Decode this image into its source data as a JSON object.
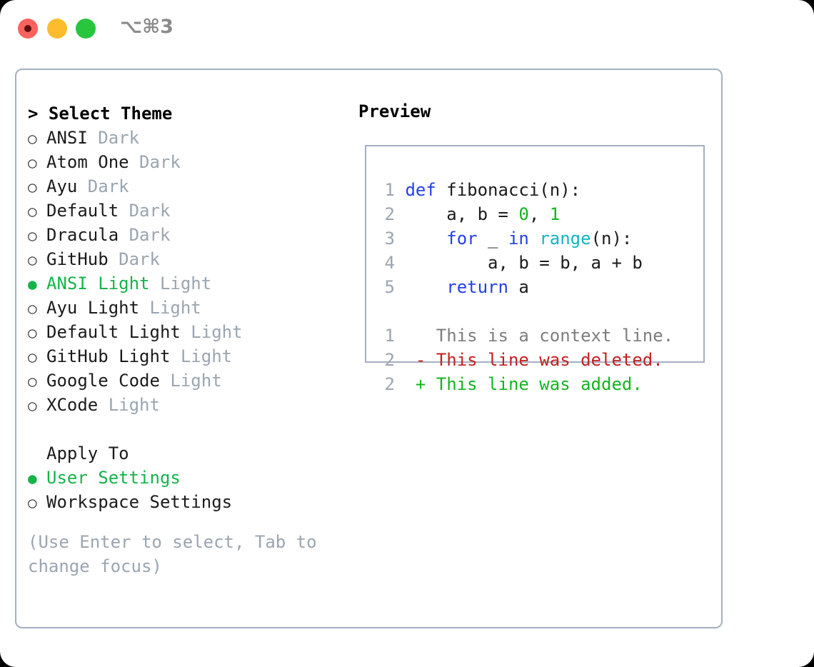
{
  "titlebar": {
    "shortcut": "⌥⌘3",
    "buttons": [
      {
        "name": "close",
        "color": "#fa625e"
      },
      {
        "name": "minimize",
        "color": "#fcbc2d"
      },
      {
        "name": "maximize",
        "color": "#29c53f"
      }
    ]
  },
  "theme_picker": {
    "heading": "> Select Theme",
    "bullet_unselected": "○",
    "bullet_selected": "●",
    "items": [
      {
        "bullet": "○",
        "name": "ANSI",
        "tag": "Dark",
        "selected": false
      },
      {
        "bullet": "○",
        "name": "Atom One",
        "tag": "Dark",
        "selected": false
      },
      {
        "bullet": "○",
        "name": "Ayu",
        "tag": "Dark",
        "selected": false
      },
      {
        "bullet": "○",
        "name": "Default",
        "tag": "Dark",
        "selected": false
      },
      {
        "bullet": "○",
        "name": "Dracula",
        "tag": "Dark",
        "selected": false
      },
      {
        "bullet": "○",
        "name": "GitHub",
        "tag": "Dark",
        "selected": false
      },
      {
        "bullet": "●",
        "name": "ANSI Light",
        "tag": "Light",
        "selected": true
      },
      {
        "bullet": "○",
        "name": "Ayu Light",
        "tag": "Light",
        "selected": false
      },
      {
        "bullet": "○",
        "name": "Default Light",
        "tag": "Light",
        "selected": false
      },
      {
        "bullet": "○",
        "name": "GitHub Light",
        "tag": "Light",
        "selected": false
      },
      {
        "bullet": "○",
        "name": "Google Code",
        "tag": "Light",
        "selected": false
      },
      {
        "bullet": "○",
        "name": "XCode",
        "tag": "Light",
        "selected": false
      }
    ]
  },
  "apply_to": {
    "label": "Apply To",
    "items": [
      {
        "bullet": "●",
        "name": "User Settings",
        "selected": true
      },
      {
        "bullet": "○",
        "name": "Workspace Settings",
        "selected": false
      }
    ]
  },
  "hint": "(Use Enter to select, Tab to change focus)",
  "preview": {
    "title": "Preview",
    "code_lines": [
      {
        "no": "1",
        "tokens": [
          {
            "t": "def",
            "c": "kw"
          },
          {
            "t": " fibonacci(n):",
            "c": "pl"
          }
        ]
      },
      {
        "no": "2",
        "tokens": [
          {
            "t": "    a, b = ",
            "c": "pl"
          },
          {
            "t": "0",
            "c": "num"
          },
          {
            "t": ", ",
            "c": "pl"
          },
          {
            "t": "1",
            "c": "num"
          }
        ]
      },
      {
        "no": "3",
        "tokens": [
          {
            "t": "    ",
            "c": "pl"
          },
          {
            "t": "for",
            "c": "kw"
          },
          {
            "t": " _ ",
            "c": "pl"
          },
          {
            "t": "in",
            "c": "kw"
          },
          {
            "t": " ",
            "c": "pl"
          },
          {
            "t": "range",
            "c": "fn"
          },
          {
            "t": "(n):",
            "c": "pl"
          }
        ]
      },
      {
        "no": "4",
        "tokens": [
          {
            "t": "        a, b = b, a + b",
            "c": "pl"
          }
        ]
      },
      {
        "no": "5",
        "tokens": [
          {
            "t": "    ",
            "c": "pl"
          },
          {
            "t": "return",
            "c": "kw"
          },
          {
            "t": " a",
            "c": "pl"
          }
        ]
      }
    ],
    "diff_lines": [
      {
        "no": "1",
        "marker": " ",
        "text": " This is a context line.",
        "kind": "ctx"
      },
      {
        "no": "2",
        "marker": "-",
        "text": " This line was deleted.",
        "kind": "del"
      },
      {
        "no": "2",
        "marker": "+",
        "text": " This line was added.",
        "kind": "add"
      }
    ]
  },
  "colors": {
    "accent_green": "#16b34a",
    "dim": "#9aa5b1",
    "border": "#a3b0c0",
    "keyword": "#2440e8",
    "function": "#11b5c4",
    "number": "#12b520",
    "diff_delete": "#c42020",
    "diff_add": "#12b520"
  }
}
